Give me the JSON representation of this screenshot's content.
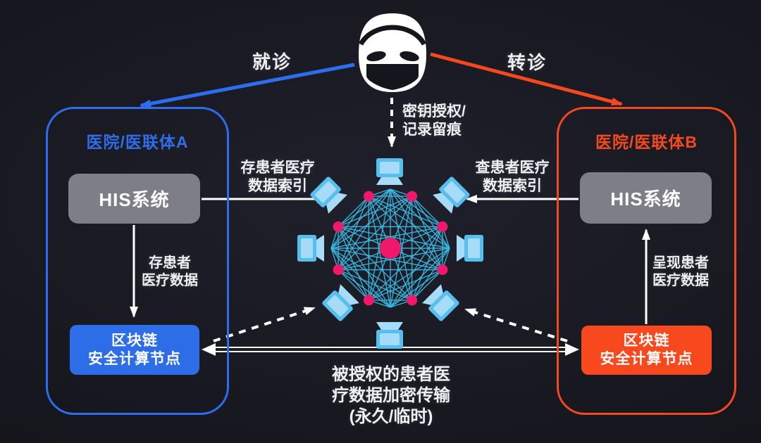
{
  "colors": {
    "background": "#15151d",
    "white": "#ffffff",
    "blue": "#2c6ef0",
    "orange": "#f5481f",
    "blue_box": "#2d6de8",
    "orange_box": "#f8481d",
    "gray_box": "#7e7e86",
    "mesh": "#38bde8",
    "dot": "#f0186a",
    "monitor": "#57bfee",
    "monitor_light": "#a6dcf8"
  },
  "icons": {
    "patient": "masked-patient-face-icon",
    "network_node": "monitor-node-icon",
    "center_node": "center-dot"
  },
  "top": {
    "visit_label": "就诊",
    "referral_label": "转诊",
    "auth_line1": "密钥授权/",
    "auth_line2": "记录留痕"
  },
  "left_panel": {
    "title": "医院/医联体A",
    "his_label": "HIS系统",
    "index_line1": "存患者医疗",
    "index_line2": "数据索引",
    "data_line1": "存患者",
    "data_line2": "医疗数据",
    "node_line1": "区块链",
    "node_line2": "安全计算节点"
  },
  "right_panel": {
    "title": "医院/医联体B",
    "his_label": "HIS系统",
    "index_line1": "查患者医疗",
    "index_line2": "数据索引",
    "data_line1": "呈现患者",
    "data_line2": "医疗数据",
    "node_line1": "区块链",
    "node_line2": "安全计算节点"
  },
  "bottom": {
    "line1": "被授权的患者医",
    "line2": "疗数据加密传输",
    "line3": "(永久/临时)"
  }
}
